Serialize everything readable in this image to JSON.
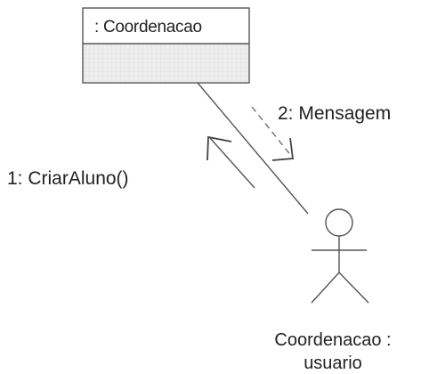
{
  "object": {
    "name": ": Coordenacao"
  },
  "messages": [
    {
      "label": "1:  CriarAluno()"
    },
    {
      "label": "2: Mensagem"
    }
  ],
  "actor": {
    "label_line1": "Coordenacao :",
    "label_line2": "usuario"
  },
  "colors": {
    "stroke": "#555555",
    "compartment_fill": "#ececec",
    "text": "#222222"
  }
}
